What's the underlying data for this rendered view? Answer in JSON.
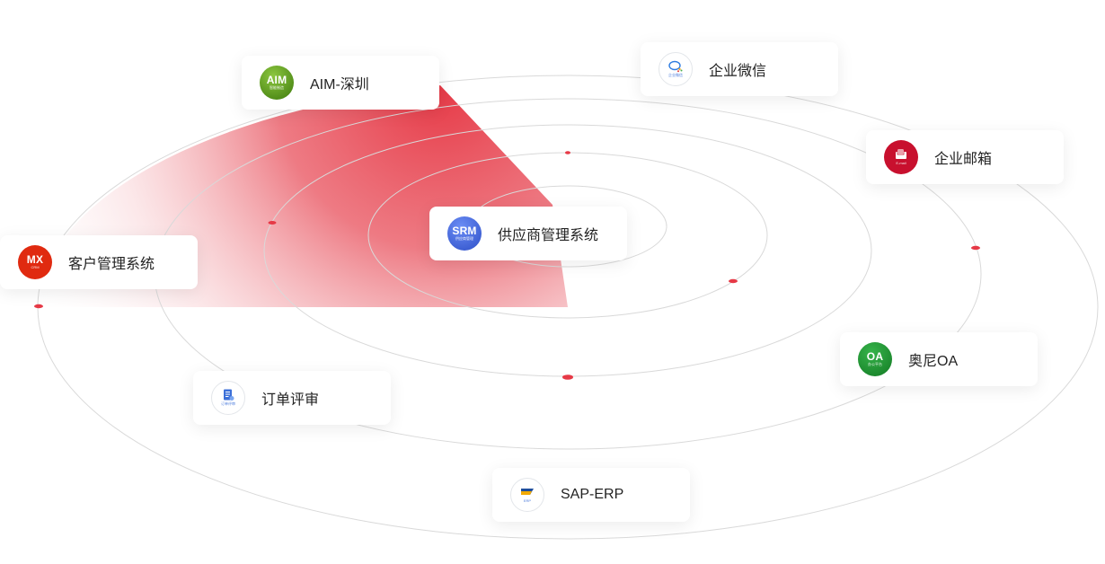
{
  "colors": {
    "accent_red": "#e63946",
    "orbit_line": "#d9d9d9",
    "card_text": "#222222"
  },
  "systems": {
    "srm": {
      "label": "供应商管理系统",
      "logo_text": "SRM",
      "logo_sub": "供应商管理",
      "logo_color": "#3b5fd9",
      "icon": "srm-logo-icon"
    },
    "aim": {
      "label": "AIM-深圳",
      "logo_text": "AIM",
      "logo_sub": "智能制造",
      "logo_color": "#4f8d12",
      "icon": "aim-logo-icon"
    },
    "wecom": {
      "label": "企业微信",
      "logo_sub": "企业微信",
      "icon": "wechat-work-icon"
    },
    "email": {
      "label": "企业邮箱",
      "logo_sub": "E-mail",
      "logo_color": "#c8102e",
      "icon": "mail-icon"
    },
    "crm": {
      "label": "客户管理系统",
      "logo_text": "MX",
      "logo_sub": "CRM",
      "logo_color": "#e02a10",
      "icon": "crm-logo-icon"
    },
    "order": {
      "label": "订单评审",
      "logo_sub": "订单评审",
      "icon": "order-review-icon"
    },
    "oa": {
      "label": "奥尼OA",
      "logo_text": "OA",
      "logo_sub": "办公平台",
      "logo_color": "#1a8f2e",
      "icon": "oa-logo-icon"
    },
    "sap": {
      "label": "SAP-ERP",
      "logo_sub": "ERP",
      "icon": "sap-erp-icon"
    }
  }
}
